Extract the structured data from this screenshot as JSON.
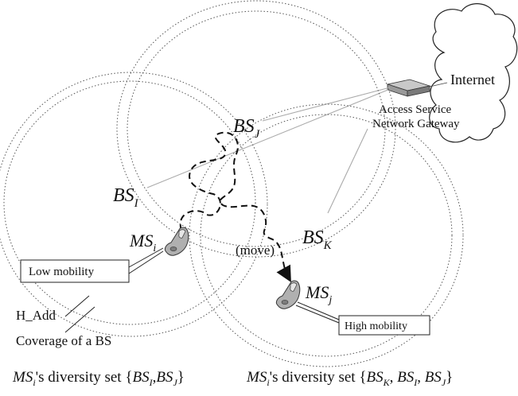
{
  "labels": {
    "internet": "Internet",
    "asn_gateway_line1": "Access Service",
    "asn_gateway_line2": "Network Gateway",
    "bs_i": "BS",
    "bs_i_sub": "I",
    "bs_j": "BS",
    "bs_j_sub": "J",
    "bs_k": "BS",
    "bs_k_sub": "K",
    "ms_i": "MS",
    "ms_i_sub": "i",
    "ms_j": "MS",
    "ms_j_sub": "j",
    "move": "(move)",
    "low_mobility": "Low mobility",
    "high_mobility": "High mobility",
    "h_add": "H_Add",
    "coverage": "Coverage of a BS"
  },
  "captions": {
    "left": {
      "ms": "MS",
      "ms_sub": "i",
      "text": "'s diversity set {",
      "bs1": "BS",
      "bs1_sub": "I",
      "sep1": ",",
      "bs2": "BS",
      "bs2_sub": "J",
      "close": "}"
    },
    "right": {
      "ms": "MS",
      "ms_sub": "i",
      "text": "'s diversity set  {",
      "bs1": "BS",
      "bs1_sub": "K",
      "sep1": ", ",
      "bs2": "BS",
      "bs2_sub": "I",
      "sep2": ", ",
      "bs3": "BS",
      "bs3_sub": "J",
      "close": "}"
    }
  }
}
